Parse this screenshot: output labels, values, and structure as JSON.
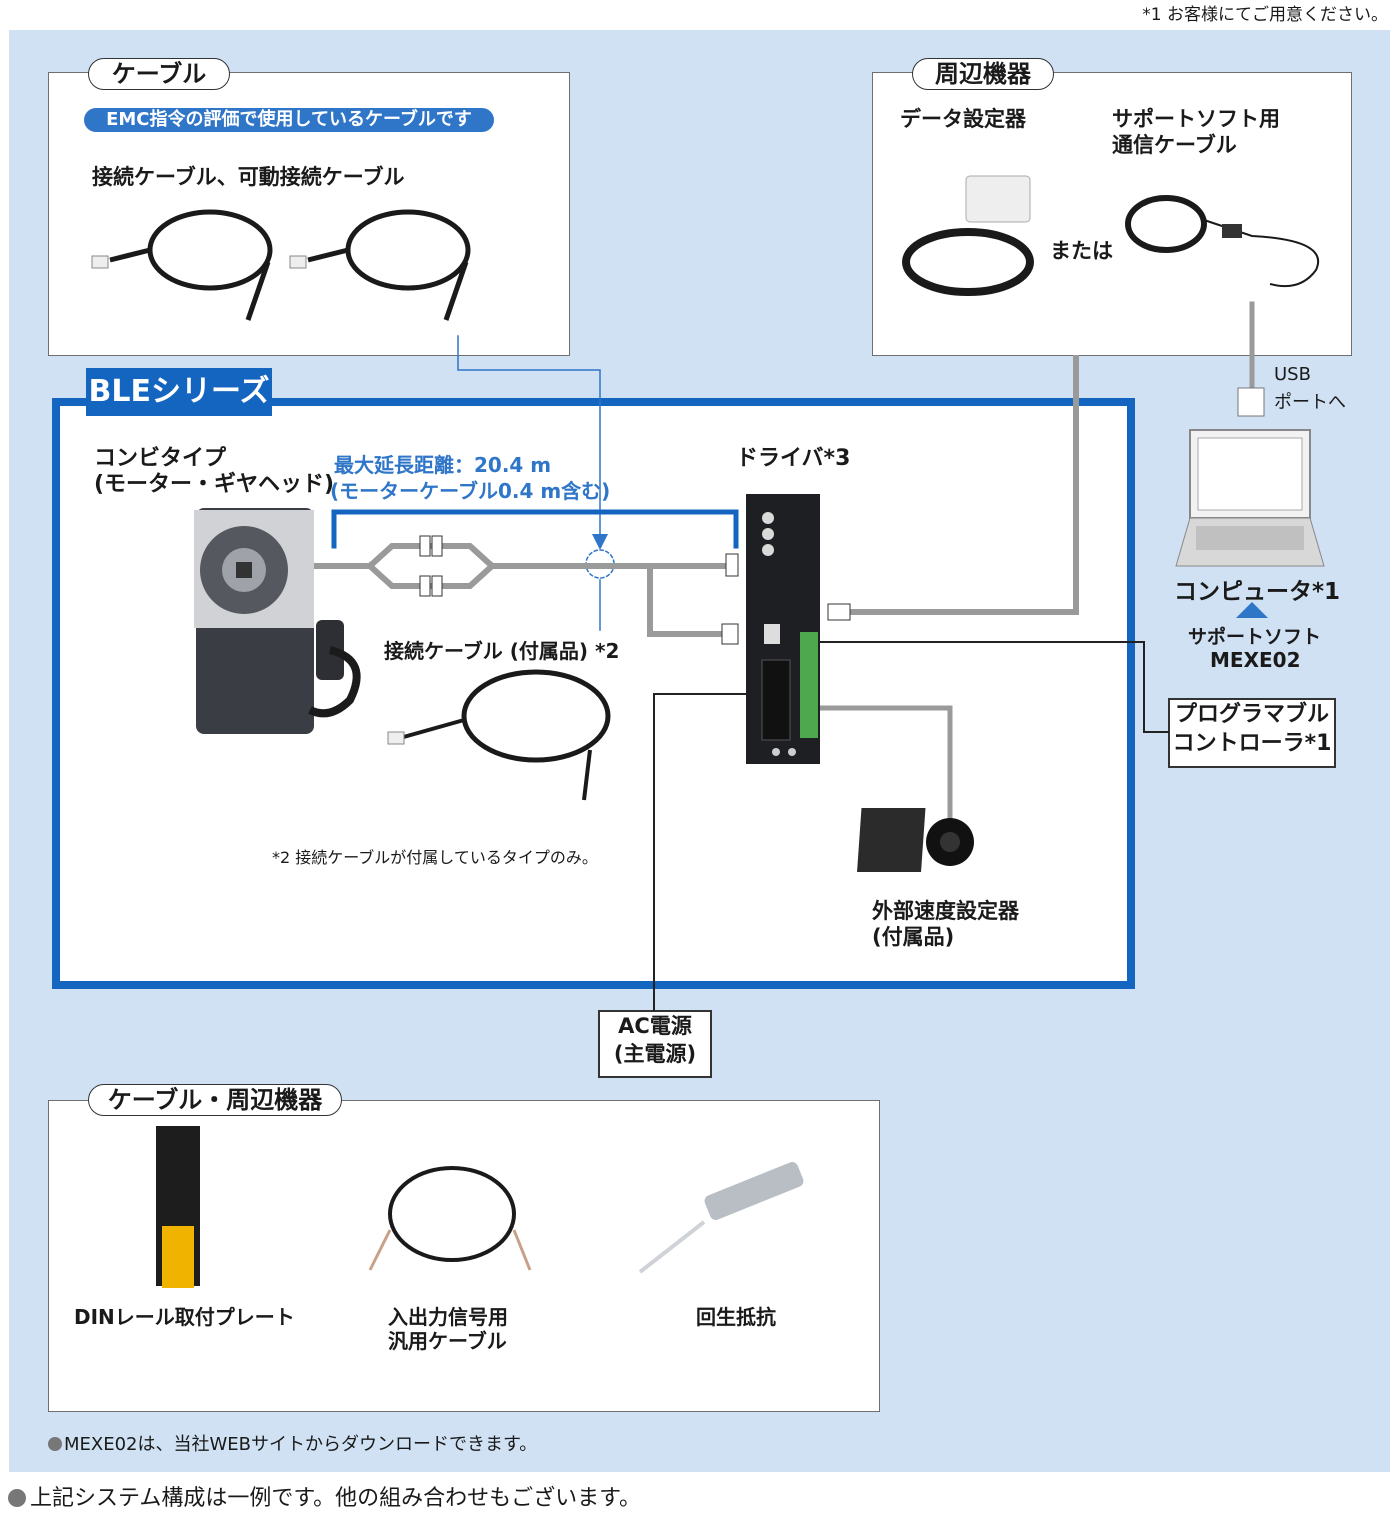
{
  "footnote_top": "*1 お客様にてご用意ください。",
  "cable_panel": {
    "title": "ケーブル",
    "emc_note": "EMC指令の評価で使用しているケーブルです",
    "label": "接続ケーブル、可動接続ケーブル"
  },
  "peripheral_panel": {
    "title": "周辺機器",
    "data_setter": "データ設定器",
    "support_cable_line1": "サポートソフト用",
    "support_cable_line2": "通信ケーブル",
    "or": "または",
    "usb_line1": "USB",
    "usb_line2": "ポートへ"
  },
  "computer": {
    "label": "コンピュータ*1",
    "soft_line1": "サポートソフト",
    "soft_line2": "MEXE02"
  },
  "plc": {
    "line1": "プログラマブル",
    "line2": "コントローラ*1"
  },
  "ble_series": {
    "tab": "BLEシリーズ",
    "motor_line1": "コンビタイプ",
    "motor_line2": "(モーター・ギヤヘッド)",
    "max_ext_line1": "最大延長距離：20.4 m",
    "max_ext_line2": "(モーターケーブル0.4 m含む)",
    "driver": "ドライバ*3",
    "connection_cable": "接続ケーブル (付属品) *2",
    "note2": "*2 接続ケーブルが付属しているタイプのみ。",
    "speed_setter_line1": "外部速度設定器",
    "speed_setter_line2": "(付属品)"
  },
  "ac_power": {
    "line1": "AC電源",
    "line2": "(主電源)"
  },
  "accessories_panel": {
    "title": "ケーブル・周辺機器",
    "item1": "DINレール取付プレート",
    "item2_line1": "入出力信号用",
    "item2_line2": "汎用ケーブル",
    "item3": "回生抵抗"
  },
  "note_mexe": "MEXE02は、当社WEBサイトからダウンロードできます。",
  "note_system": "上記システム構成は一例です。他の組み合わせもございます。",
  "colors": {
    "background": "#cfe1f3",
    "accent_blue": "#1465c0",
    "light_blue": "#2f75c8",
    "line_gray": "#9a9a9a"
  }
}
